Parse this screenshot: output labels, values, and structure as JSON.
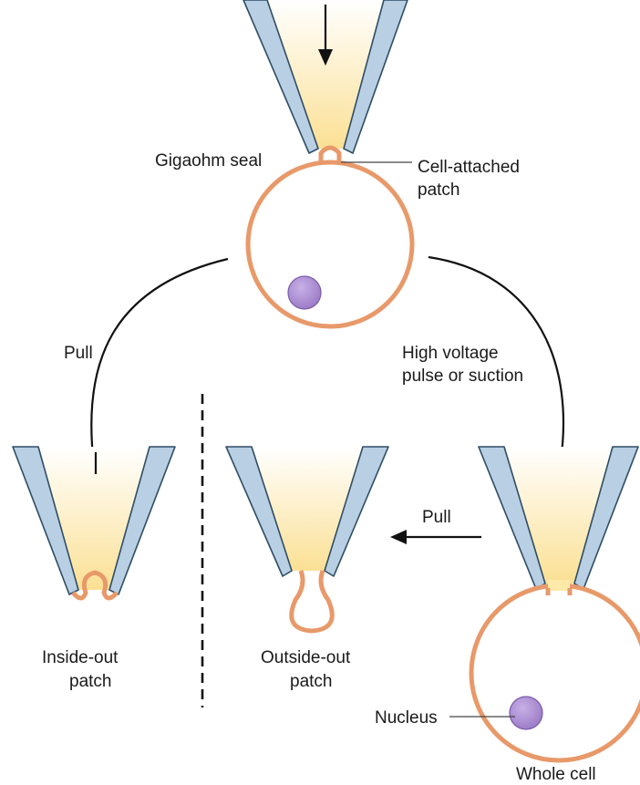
{
  "labels": {
    "gigaohm_seal": "Gigaohm seal",
    "cell_attached_1": "Cell-attached",
    "cell_attached_2": "patch",
    "pull_left": "Pull",
    "high_voltage_1": "High voltage",
    "high_voltage_2": "pulse or suction",
    "pull_middle": "Pull",
    "inside_out_1": "Inside-out",
    "inside_out_2": "patch",
    "outside_out_1": "Outside-out",
    "outside_out_2": "patch",
    "nucleus": "Nucleus",
    "whole_cell": "Whole cell"
  },
  "colors": {
    "pipette_wall": "#b9cfe3",
    "pipette_outline": "#2e4d66",
    "pipette_fill": "#fde9a8",
    "cell_membrane": "#e8996a",
    "cytoplasm": "#fdeeb9",
    "nucleus": "#a98ad0",
    "arrow": "#111111"
  }
}
